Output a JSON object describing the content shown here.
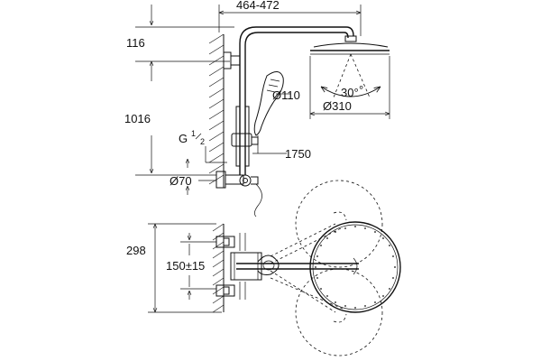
{
  "dimensions": {
    "arm_reach": "464-472",
    "top_offset": "116",
    "rail_height": "1016",
    "thread": "G",
    "thread_num": "1",
    "thread_den": "2",
    "handshower_dia": "Ø110",
    "head_dia": "Ø310",
    "height_1750": "1750",
    "outlet_dia": "Ø70",
    "total_depth": "298",
    "centres": "150±15",
    "angle_left": "30°",
    "angle_right": "°"
  },
  "colors": {
    "ink": "#111111",
    "background": "#ffffff"
  }
}
